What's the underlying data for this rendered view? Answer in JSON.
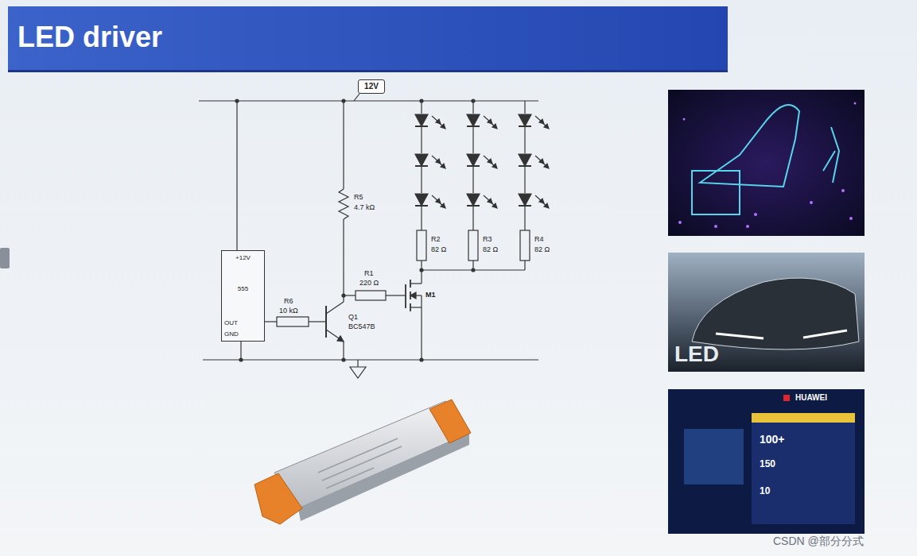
{
  "diagram": {
    "title": "LED driver",
    "nodes": [
      {
        "text": [
          "12V"
        ]
      },
      {
        "text": [
          "+12V",
          "555",
          "OUT",
          "GND"
        ]
      }
    ],
    "labels": [
      "R5",
      "4.7 kΩ",
      "R1",
      "220 Ω",
      "R6",
      "10 kΩ",
      "Q1",
      "BC547B",
      "M1",
      "R2",
      "82 Ω",
      "R3",
      "82 Ω",
      "R4",
      "82 Ω",
      "LED",
      "HUAWEI",
      "100+",
      "150",
      "10",
      "CSDN @部分分式"
    ]
  }
}
